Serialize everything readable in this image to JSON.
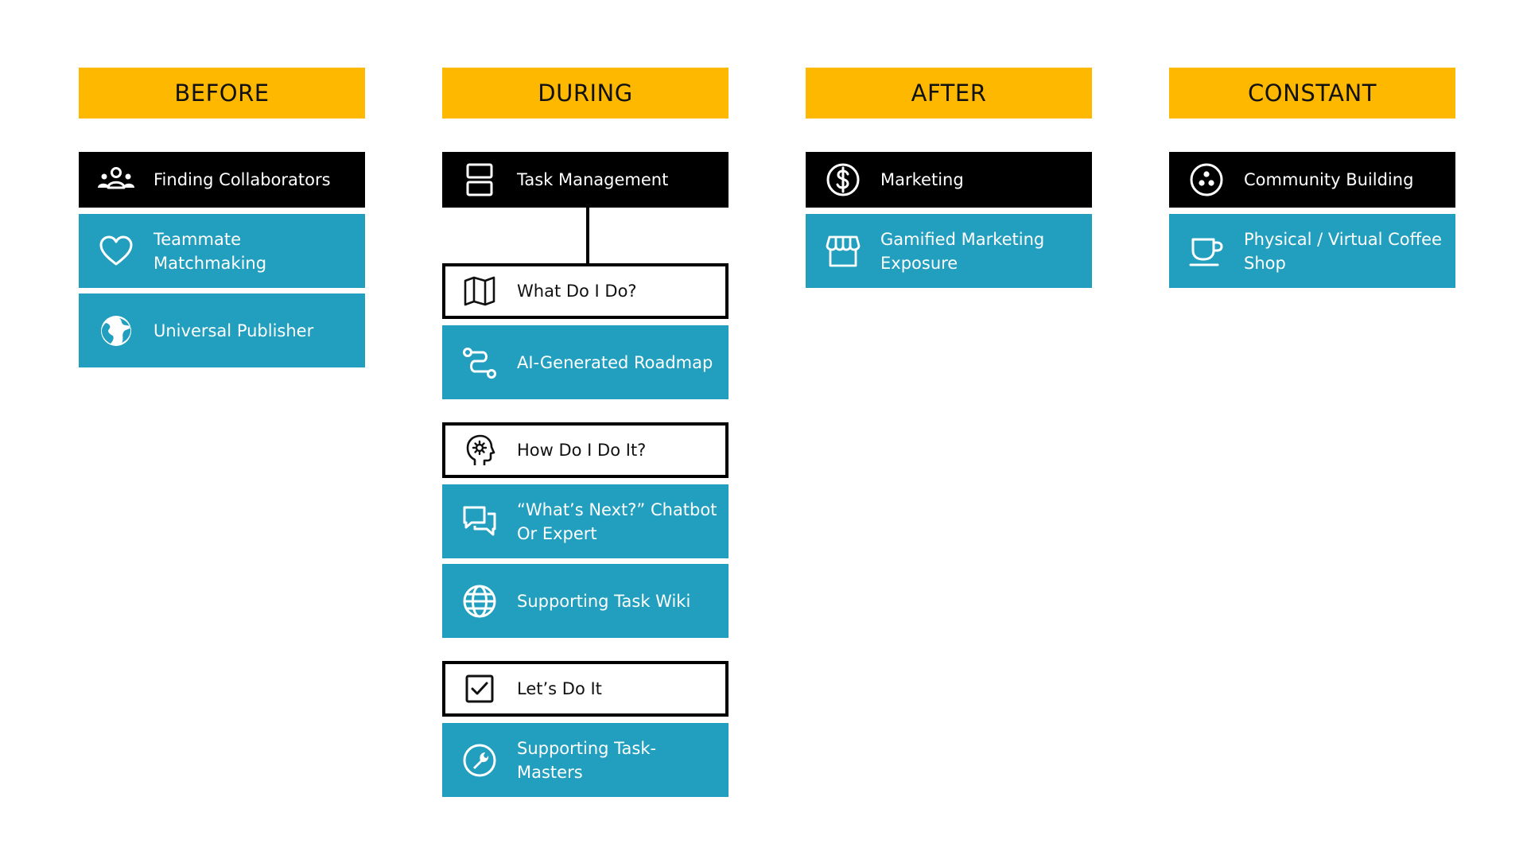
{
  "columns": {
    "before": {
      "title": "BEFORE",
      "cards": [
        {
          "label": "Finding Collaborators",
          "icon": "people-group-icon"
        },
        {
          "label": "Teammate Matchmaking",
          "icon": "heart-icon"
        },
        {
          "label": "Universal Publisher",
          "icon": "globe-filled-icon"
        }
      ]
    },
    "during": {
      "title": "DURING",
      "cards": [
        {
          "label": "Task Management",
          "icon": "stacked-rectangles-icon"
        },
        {
          "label": "What Do I Do?",
          "icon": "map-icon"
        },
        {
          "label": "AI-Generated Roadmap",
          "icon": "route-icon"
        },
        {
          "label": "How Do I Do It?",
          "icon": "head-gear-icon"
        },
        {
          "label": "“What’s Next?” Chatbot Or Expert",
          "icon": "chat-bubbles-icon"
        },
        {
          "label": "Supporting Task Wiki",
          "icon": "globe-lines-icon"
        },
        {
          "label": "Let’s Do It",
          "icon": "checkbox-icon"
        },
        {
          "label": "Supporting Task-Masters",
          "icon": "wrench-icon"
        }
      ]
    },
    "after": {
      "title": "AFTER",
      "cards": [
        {
          "label": "Marketing",
          "icon": "dollar-circle-icon"
        },
        {
          "label": "Gamified Marketing Exposure",
          "icon": "storefront-icon"
        }
      ]
    },
    "constant": {
      "title": "CONSTANT",
      "cards": [
        {
          "label": "Community Building",
          "icon": "community-circle-icon"
        },
        {
          "label": "Physical / Virtual Coffee Shop",
          "icon": "coffee-cup-icon"
        }
      ]
    }
  },
  "colors": {
    "header": "#FEB800",
    "teal": "#229FBE",
    "black": "#000000"
  }
}
